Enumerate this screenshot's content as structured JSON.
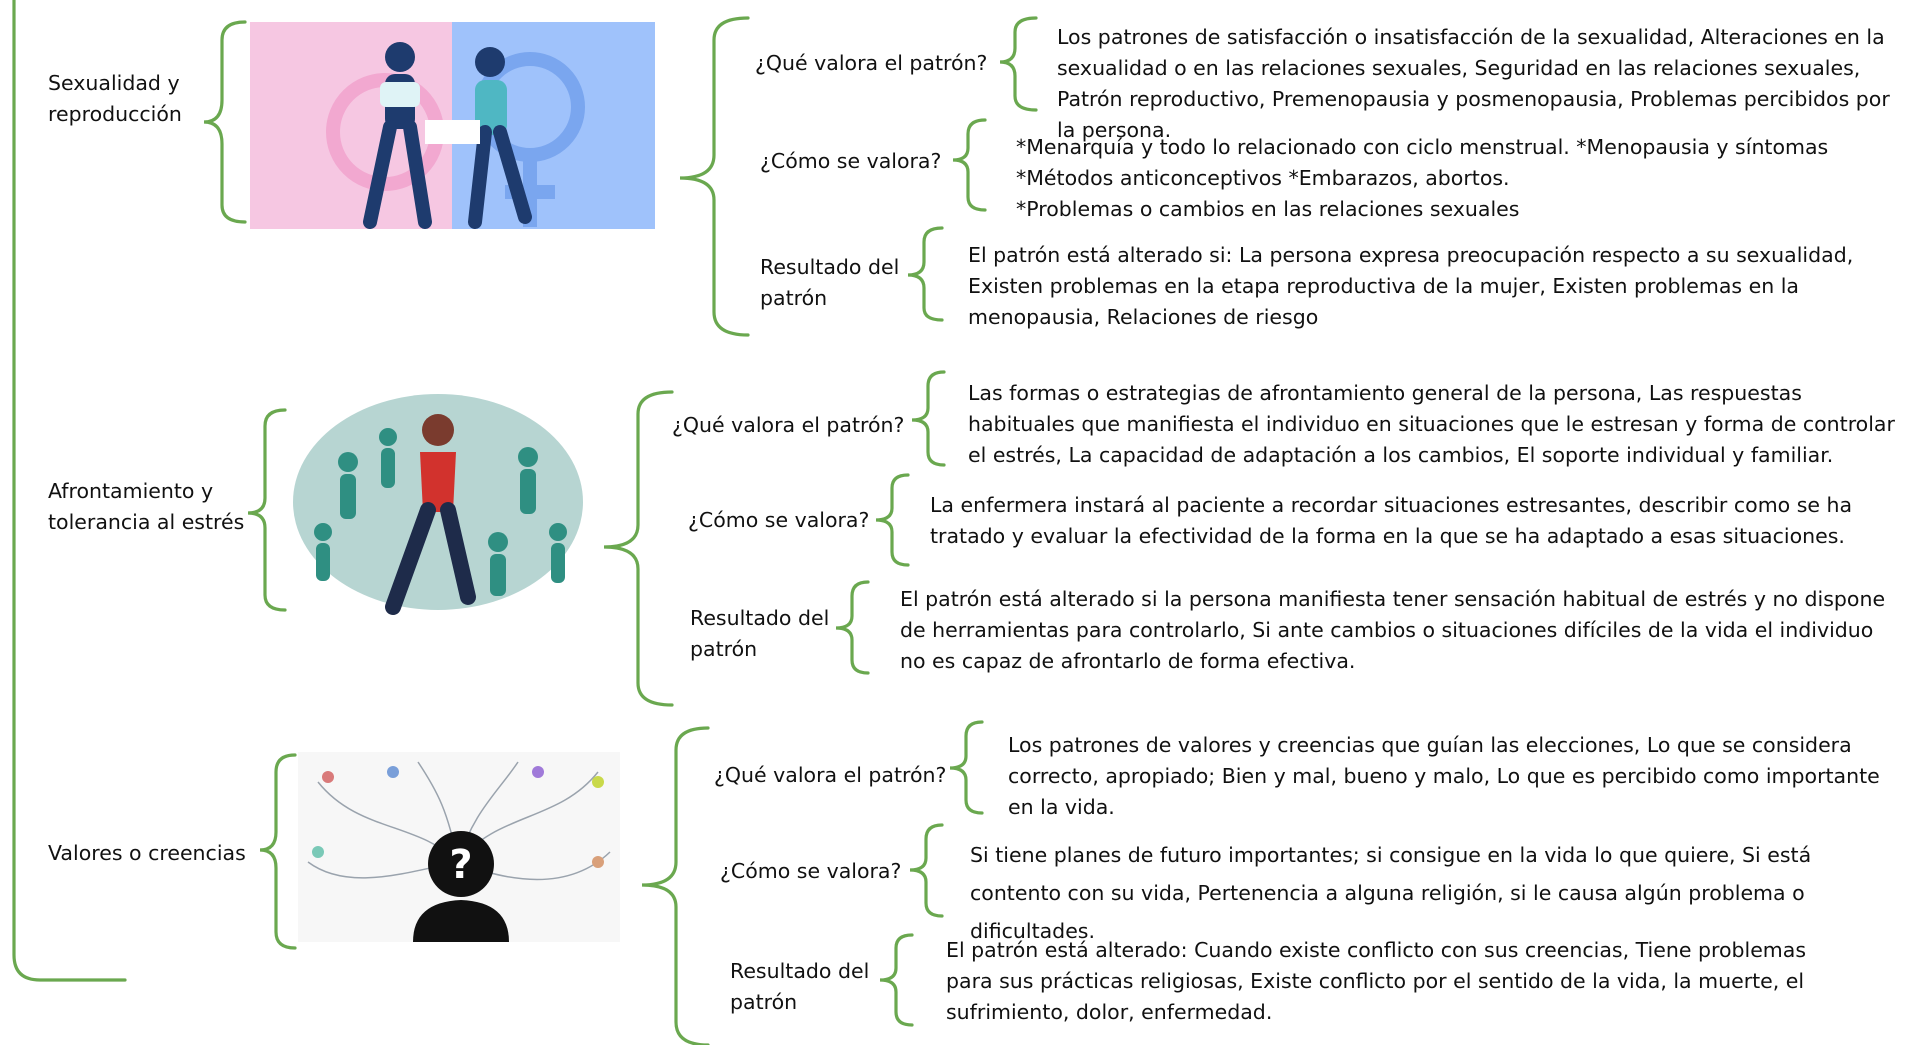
{
  "colors": {
    "bracket": "#6aa84f",
    "text": "#111111",
    "pink": "#f6c7e2",
    "blue": "#9fc2fb"
  },
  "sections": [
    {
      "title": "Sexualidad y reproducción",
      "image_icon": "gender-symbols-illustration",
      "rows": [
        {
          "label": "¿Qué valora el patrón?",
          "text": "Los patrones de satisfacción o insatisfacción de la sexualidad, Alteraciones en la sexualidad o en las relaciones sexuales, Seguridad en las relaciones sexuales, Patrón reproductivo, Premenopausia y posmenopausia, Problemas percibidos por la persona."
        },
        {
          "label": "¿Cómo se valora?",
          "lines": [
            "*Menarquía y todo lo relacionado con ciclo menstrual.    *Menopausia y síntomas",
            "*Métodos anticonceptivos  *Embarazos, abortos.",
            "*Problemas o cambios en las relaciones sexuales"
          ]
        },
        {
          "label": "Resultado del patrón",
          "text": "El patrón está alterado si: La persona expresa preocupación respecto a su sexualidad,  Existen problemas en la etapa reproductiva de la mujer, Existen problemas en la menopausia, Relaciones de riesgo"
        }
      ]
    },
    {
      "title": "Afrontamiento y tolerancia al estrés",
      "image_icon": "stressed-crowd-illustration",
      "rows": [
        {
          "label": "¿Qué valora el patrón?",
          "text": "Las formas o estrategias de afrontamiento general de la persona, Las respuestas habituales que manifiesta el individuo en situaciones que le estresan y forma de controlar el estrés, La capacidad de adaptación a los cambios, El soporte individual y familiar."
        },
        {
          "label": "¿Cómo se valora?",
          "text": "La enfermera instará al paciente a recordar situaciones estresantes, describir como se ha tratado y evaluar la efectividad de la forma en la que se ha adaptado a esas situaciones."
        },
        {
          "label": "Resultado del patrón",
          "text": "El patrón está alterado si la persona manifiesta tener sensación habitual de estrés y no dispone de herramientas para controlarlo, Si ante cambios o situaciones difíciles de la vida el individuo no es capaz de afrontarlo de forma efectiva."
        }
      ]
    },
    {
      "title": "Valores o creencias",
      "image_icon": "question-head-illustration",
      "rows": [
        {
          "label": "¿Qué valora el patrón?",
          "text": "Los patrones de valores y creencias que guían las elecciones, Lo que se considera correcto, apropiado; Bien y mal, bueno y malo, Lo que es percibido como importante en la vida."
        },
        {
          "label": "¿Cómo se valora?",
          "text": "Si tiene planes de futuro importantes; si consigue en la vida lo que quiere, Si está contento con su vida, Pertenencia a alguna religión, si le causa algún problema o dificultades."
        },
        {
          "label": "Resultado del patrón",
          "text": "El patrón está alterado: Cuando existe conflicto con sus creencias, Tiene problemas para sus prácticas religiosas, Existe conflicto por el sentido de la vida, la muerte, el sufrimiento, dolor, enfermedad."
        }
      ]
    }
  ]
}
